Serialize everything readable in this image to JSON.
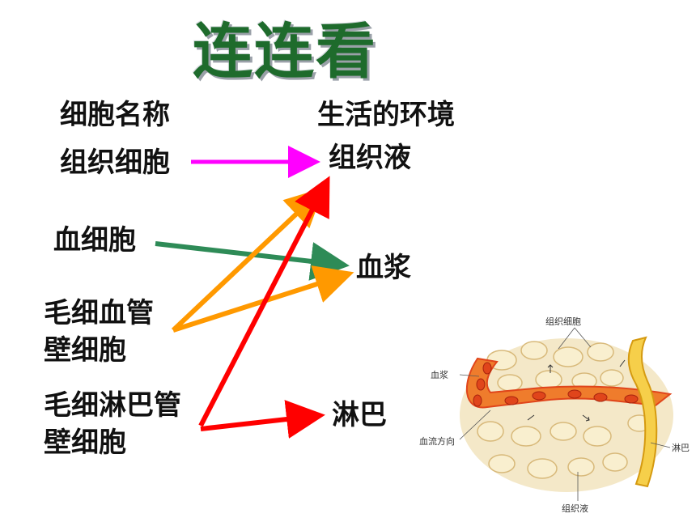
{
  "title": "连连看",
  "headers": {
    "left": "细胞名称",
    "right": "生活的环境"
  },
  "cells": [
    {
      "label": "组织细胞"
    },
    {
      "label": "血细胞"
    },
    {
      "label": "毛细血管\n壁细胞"
    },
    {
      "label": "毛细淋巴管\n壁细胞"
    }
  ],
  "environments": [
    {
      "label": "组织液"
    },
    {
      "label": "血浆"
    },
    {
      "label": "淋巴"
    }
  ],
  "arrows": [
    {
      "from": "组织细胞",
      "to": "组织液",
      "color": "#ff00ff"
    },
    {
      "from": "血细胞",
      "to": "血浆",
      "color": "#2e8b57"
    },
    {
      "from": "毛细血管\n壁细胞",
      "to": "组织液",
      "color": "#ff9900"
    },
    {
      "from": "毛细血管\n壁细胞",
      "to": "血浆",
      "color": "#ff9900"
    },
    {
      "from": "毛细淋巴管\n壁细胞",
      "to": "组织液",
      "color": "#ff0000"
    },
    {
      "from": "毛细淋巴管\n壁细胞",
      "to": "淋巴",
      "color": "#ff0000"
    }
  ],
  "illustration": {
    "labels": {
      "tissue_cell": "组织细胞",
      "plasma": "血浆",
      "flow_direction": "血流方向",
      "lymph": "淋巴",
      "tissue_fluid": "组织液"
    }
  }
}
